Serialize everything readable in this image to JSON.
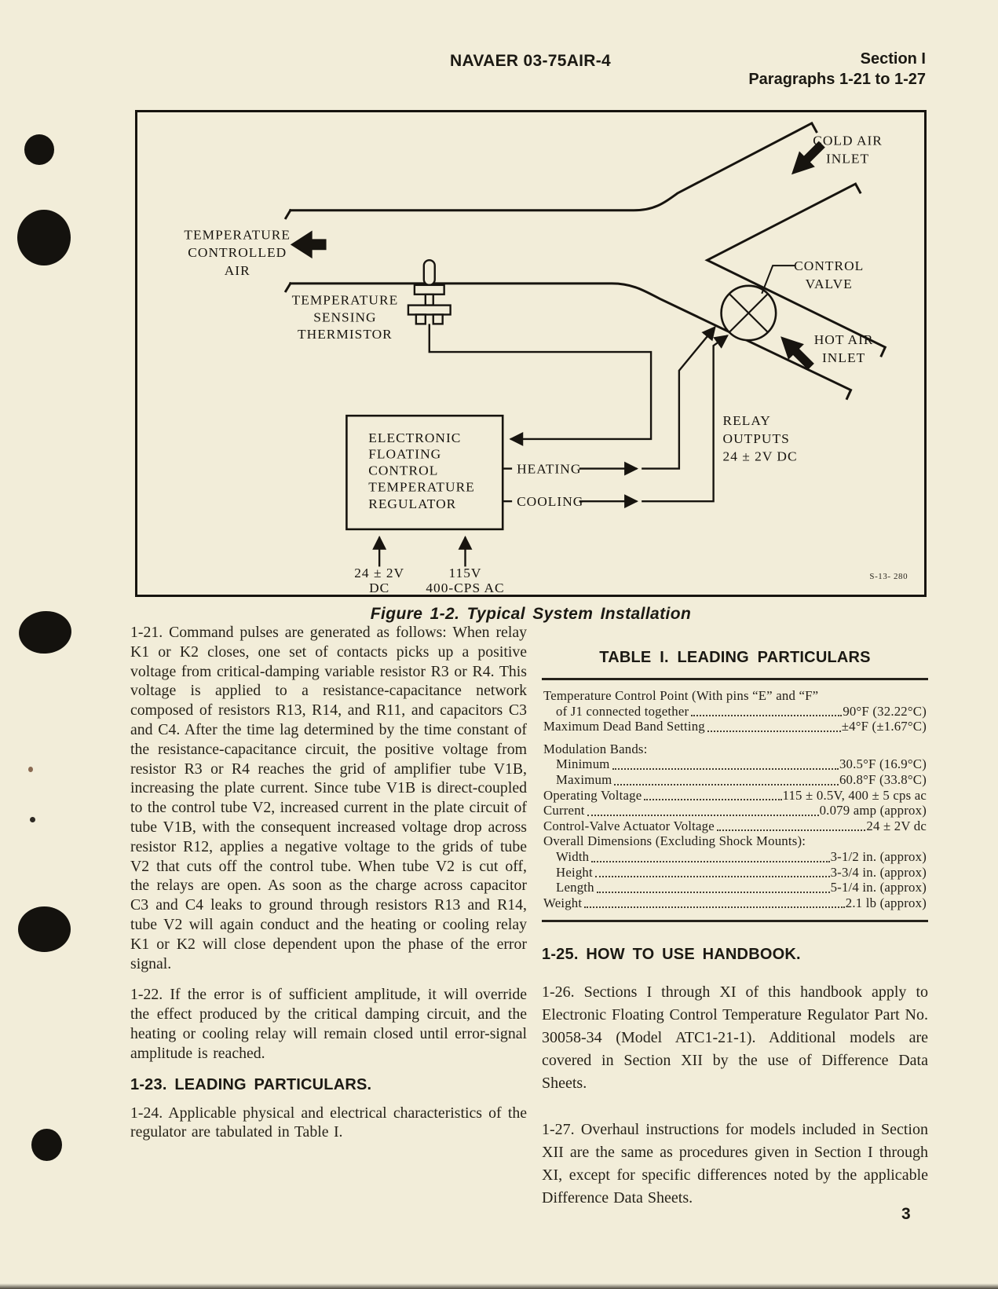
{
  "header": {
    "doc_number": "NAVAER 03-75AIR-4",
    "section": "Section I",
    "paragraph_range": "Paragraphs 1-21 to 1-27"
  },
  "figure": {
    "caption": "Figure 1-2.  Typical System Installation",
    "drawing_ref": "S-13- 280",
    "labels": {
      "cold_air_inlet": [
        "COLD AIR",
        "INLET"
      ],
      "temperature_controlled_air": [
        "TEMPERATURE",
        "CONTROLLED",
        "AIR"
      ],
      "temperature_sensing_thermistor": [
        "TEMPERATURE",
        "SENSING",
        "THERMISTOR"
      ],
      "control_valve": [
        "CONTROL",
        "VALVE"
      ],
      "hot_air_inlet": [
        "HOT AIR",
        "INLET"
      ],
      "relay_outputs": [
        "RELAY",
        "OUTPUTS",
        "24 ± 2V DC"
      ],
      "heating": "HEATING",
      "cooling": "COOLING",
      "regulator": [
        "ELECTRONIC",
        "FLOATING",
        "CONTROL",
        "TEMPERATURE",
        "REGULATOR"
      ],
      "dc_input": [
        "24 ± 2V",
        "DC"
      ],
      "ac_input": [
        "115V",
        "400-CPS AC"
      ]
    }
  },
  "left_column": {
    "para_1_21": "1-21. Command pulses are generated as follows: When relay K1 or K2 closes, one set of contacts picks up a positive voltage from critical-damping variable resistor R3 or R4. This voltage is applied to a resistance-capacitance network composed of resistors R13, R14, and R11, and capacitors C3 and C4. After the time lag determined by the time constant of the resistance-capacitance circuit, the positive voltage from resistor R3 or R4 reaches the grid of amplifier tube V1B, increasing the plate current. Since tube V1B is direct-coupled to the control tube V2, increased current in the plate circuit of tube V1B, with the consequent increased voltage drop across resistor R12, applies a negative voltage to the grids of tube V2 that cuts off the control tube. When tube V2 is cut off, the relays are open. As soon as the charge across capacitor C3 and C4 leaks to ground through resistors R13 and R14, tube V2 will again conduct and the heating or cooling relay K1 or K2 will close dependent upon the phase of the error signal.",
    "para_1_22": "1-22. If the error is of sufficient amplitude, it will override the effect produced by the critical damping circuit, and the heating or cooling relay will remain closed until error-signal amplitude is reached.",
    "heading_1_23": "1-23. LEADING PARTICULARS.",
    "para_1_24": "1-24. Applicable physical and electrical characteristics of the regulator are tabulated in Table I."
  },
  "table": {
    "title": "TABLE I.  LEADING PARTICULARS",
    "rows": [
      {
        "label": "Temperature Control Point (With pins “E” and “F”",
        "value": ""
      },
      {
        "label": "of J1 connected together",
        "value": "90°F (32.22°C)"
      },
      {
        "label": "Maximum Dead Band Setting",
        "value": "±4°F (±1.67°C)"
      },
      {
        "label": "Modulation Bands:",
        "value": ""
      },
      {
        "label": "Minimum",
        "value": "30.5°F (16.9°C)"
      },
      {
        "label": "Maximum",
        "value": "60.8°F (33.8°C)"
      },
      {
        "label": "Operating Voltage",
        "value": "115 ± 0.5V, 400 ± 5 cps ac"
      },
      {
        "label": "Current",
        "value": "0.079 amp (approx)"
      },
      {
        "label": "Control-Valve Actuator Voltage",
        "value": "24 ± 2V dc"
      },
      {
        "label": "Overall Dimensions (Excluding Shock Mounts):",
        "value": ""
      },
      {
        "label": "Width",
        "value": "3-1/2 in. (approx)"
      },
      {
        "label": "Height",
        "value": "3-3/4 in. (approx)"
      },
      {
        "label": "Length",
        "value": "5-1/4 in. (approx)"
      },
      {
        "label": "Weight",
        "value": "2.1 lb (approx)"
      }
    ]
  },
  "right_column": {
    "heading_1_25": "1-25. HOW TO USE HANDBOOK.",
    "para_1_26": "1-26. Sections I through XI of this handbook apply to Electronic Floating Control Temperature Regulator Part No. 30058-34 (Model ATC1-21-1). Additional models are covered in Section XII by the use of Difference Data Sheets.",
    "para_1_27": "1-27. Overhaul instructions for models included in Section XII are the same as procedures given in Section I through XI, except for specific differences noted by the applicable Difference Data Sheets."
  },
  "page_number": "3",
  "colors": {
    "paper": "#f2edd9",
    "ink": "#17140f"
  }
}
